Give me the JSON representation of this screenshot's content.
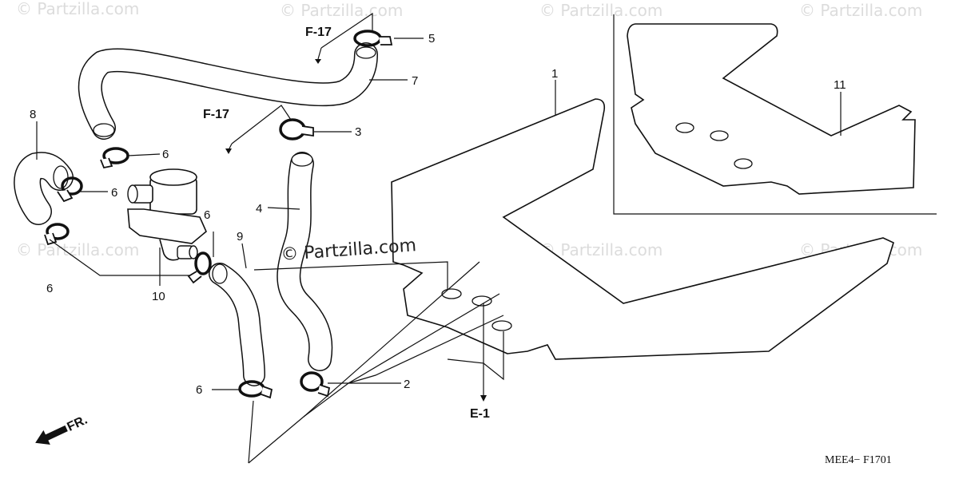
{
  "watermarks": [
    "© Partzilla.com",
    "© Partzilla.com",
    "© Partzilla.com",
    "© Partzilla.com",
    "© Partzilla.com",
    "© Partzilla.com",
    "© Partzilla.com"
  ],
  "main_watermark": "© Partzilla.com",
  "references": {
    "f17_top": "F-17",
    "f17_mid": "F-17",
    "e1": "E-1"
  },
  "direction": {
    "label": "FR."
  },
  "callouts": {
    "c1": "1",
    "c2": "2",
    "c3": "3",
    "c4": "4",
    "c5": "5",
    "c6a": "6",
    "c6b": "6",
    "c6c": "6",
    "c6d": "6",
    "c6e": "6",
    "c7": "7",
    "c8": "8",
    "c9": "9",
    "c10": "10",
    "c11": "11"
  },
  "diagram_code": "MEE4− F1701"
}
